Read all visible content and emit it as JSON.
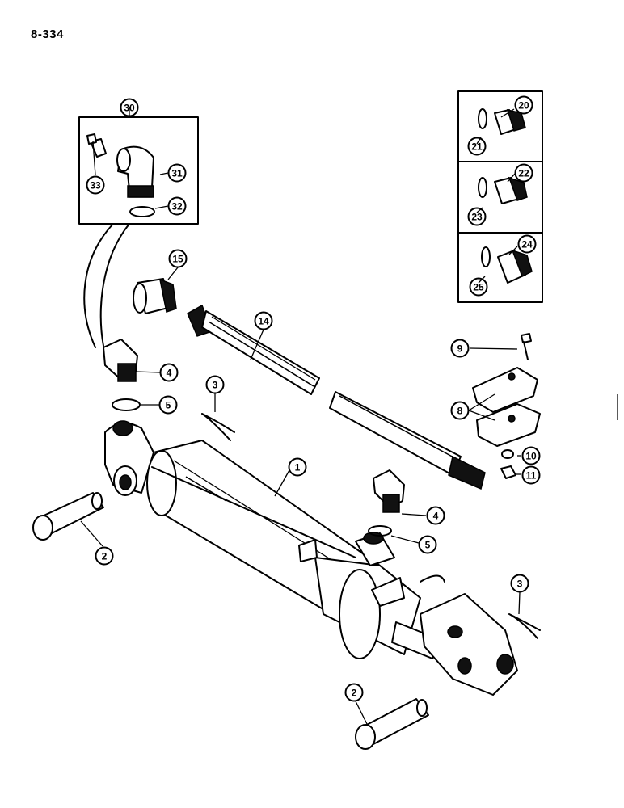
{
  "page": {
    "number": "8-334"
  },
  "callouts": {
    "c1": "1",
    "c2a": "2",
    "c2b": "2",
    "c3a": "3",
    "c3b": "3",
    "c4a": "4",
    "c4b": "4",
    "c5a": "5",
    "c5b": "5",
    "c8": "8",
    "c9": "9",
    "c10": "10",
    "c11": "11",
    "c14": "14",
    "c15": "15",
    "c20": "20",
    "c21": "21",
    "c22": "22",
    "c23": "23",
    "c24": "24",
    "c25": "25",
    "c30": "30",
    "c31": "31",
    "c32": "32",
    "c33": "33"
  }
}
